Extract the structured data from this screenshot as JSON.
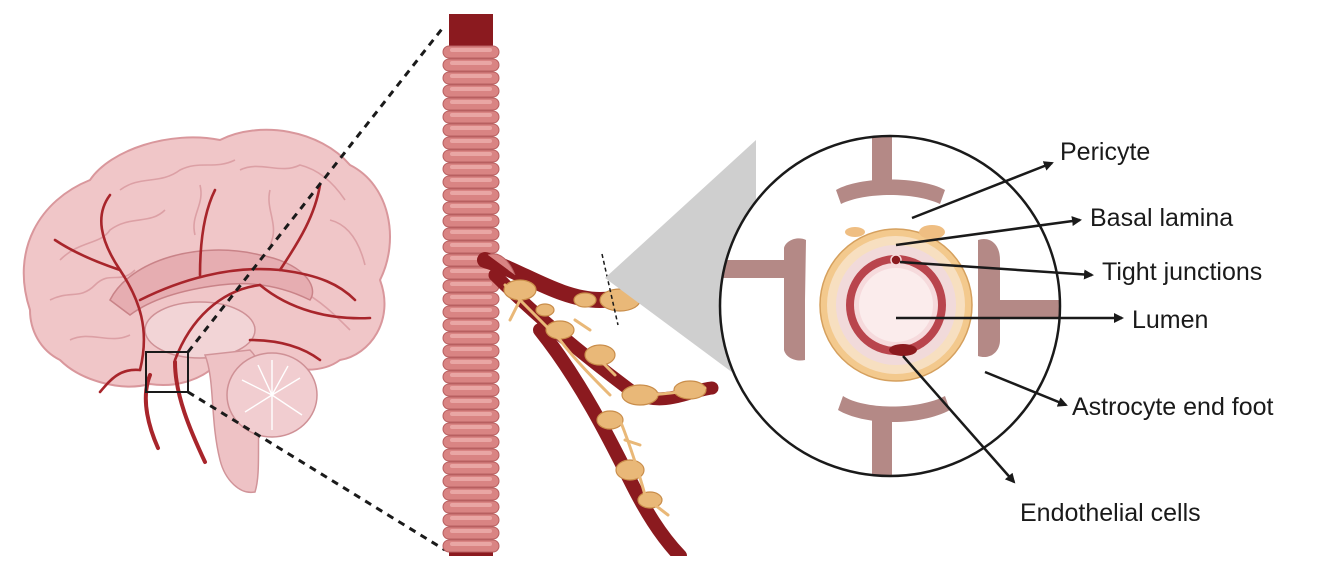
{
  "labels": {
    "pericyte": "Pericyte",
    "basal_lamina": "Basal lamina",
    "tight_junctions": "Tight junctions",
    "lumen": "Lumen",
    "astrocyte_end_foot": "Astrocyte end foot",
    "endothelial_cells": "Endothelial cells"
  },
  "colors": {
    "vessel_dark": "#8b1a1f",
    "vessel_red": "#a8252b",
    "muscle_pink": "#d98483",
    "muscle_light": "#e9a6a4",
    "astrocyte": "#e9b878",
    "astrocyte_dark": "#c98d4a",
    "brain_pink": "#f0c6c8",
    "brain_outline": "#d9979c",
    "astro_foot": "#b48986",
    "basal": "#f3c98d",
    "pericyte_fill": "#f7dfc0",
    "endo_ring": "#b9454d",
    "lumen_fill": "#fbecec",
    "zoom_grey": "#cfcfcf"
  }
}
